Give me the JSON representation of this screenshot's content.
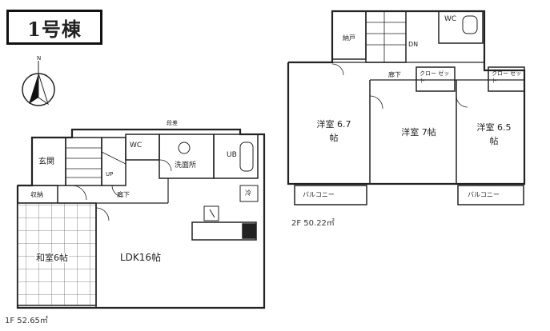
{
  "title": "1号棟",
  "compass_label": "N",
  "floor1": {
    "area_label": "1F 52.65㎡",
    "rooms": {
      "genkan": "玄関",
      "wc": "WC",
      "bath": "UB",
      "washroom": "洗面所",
      "storage1": "収納",
      "hall": "廊下",
      "japanese": "和室6帖",
      "ldk": "LDK16帖",
      "fridge": "冷",
      "stair_up": "UP",
      "step": "段差"
    }
  },
  "floor2": {
    "area_label": "2F 50.22㎡",
    "rooms": {
      "storage": "納戸",
      "wc": "WC",
      "hall": "廊下",
      "closet1": "クロー ゼット",
      "closet2": "クロー ゼット",
      "room1": "洋室 6.7帖",
      "room2": "洋室 7帖",
      "room3": "洋室 6.5帖",
      "balcony1": "バルコニー",
      "balcony2": "バルコニー",
      "stair_dn": "DN"
    }
  }
}
